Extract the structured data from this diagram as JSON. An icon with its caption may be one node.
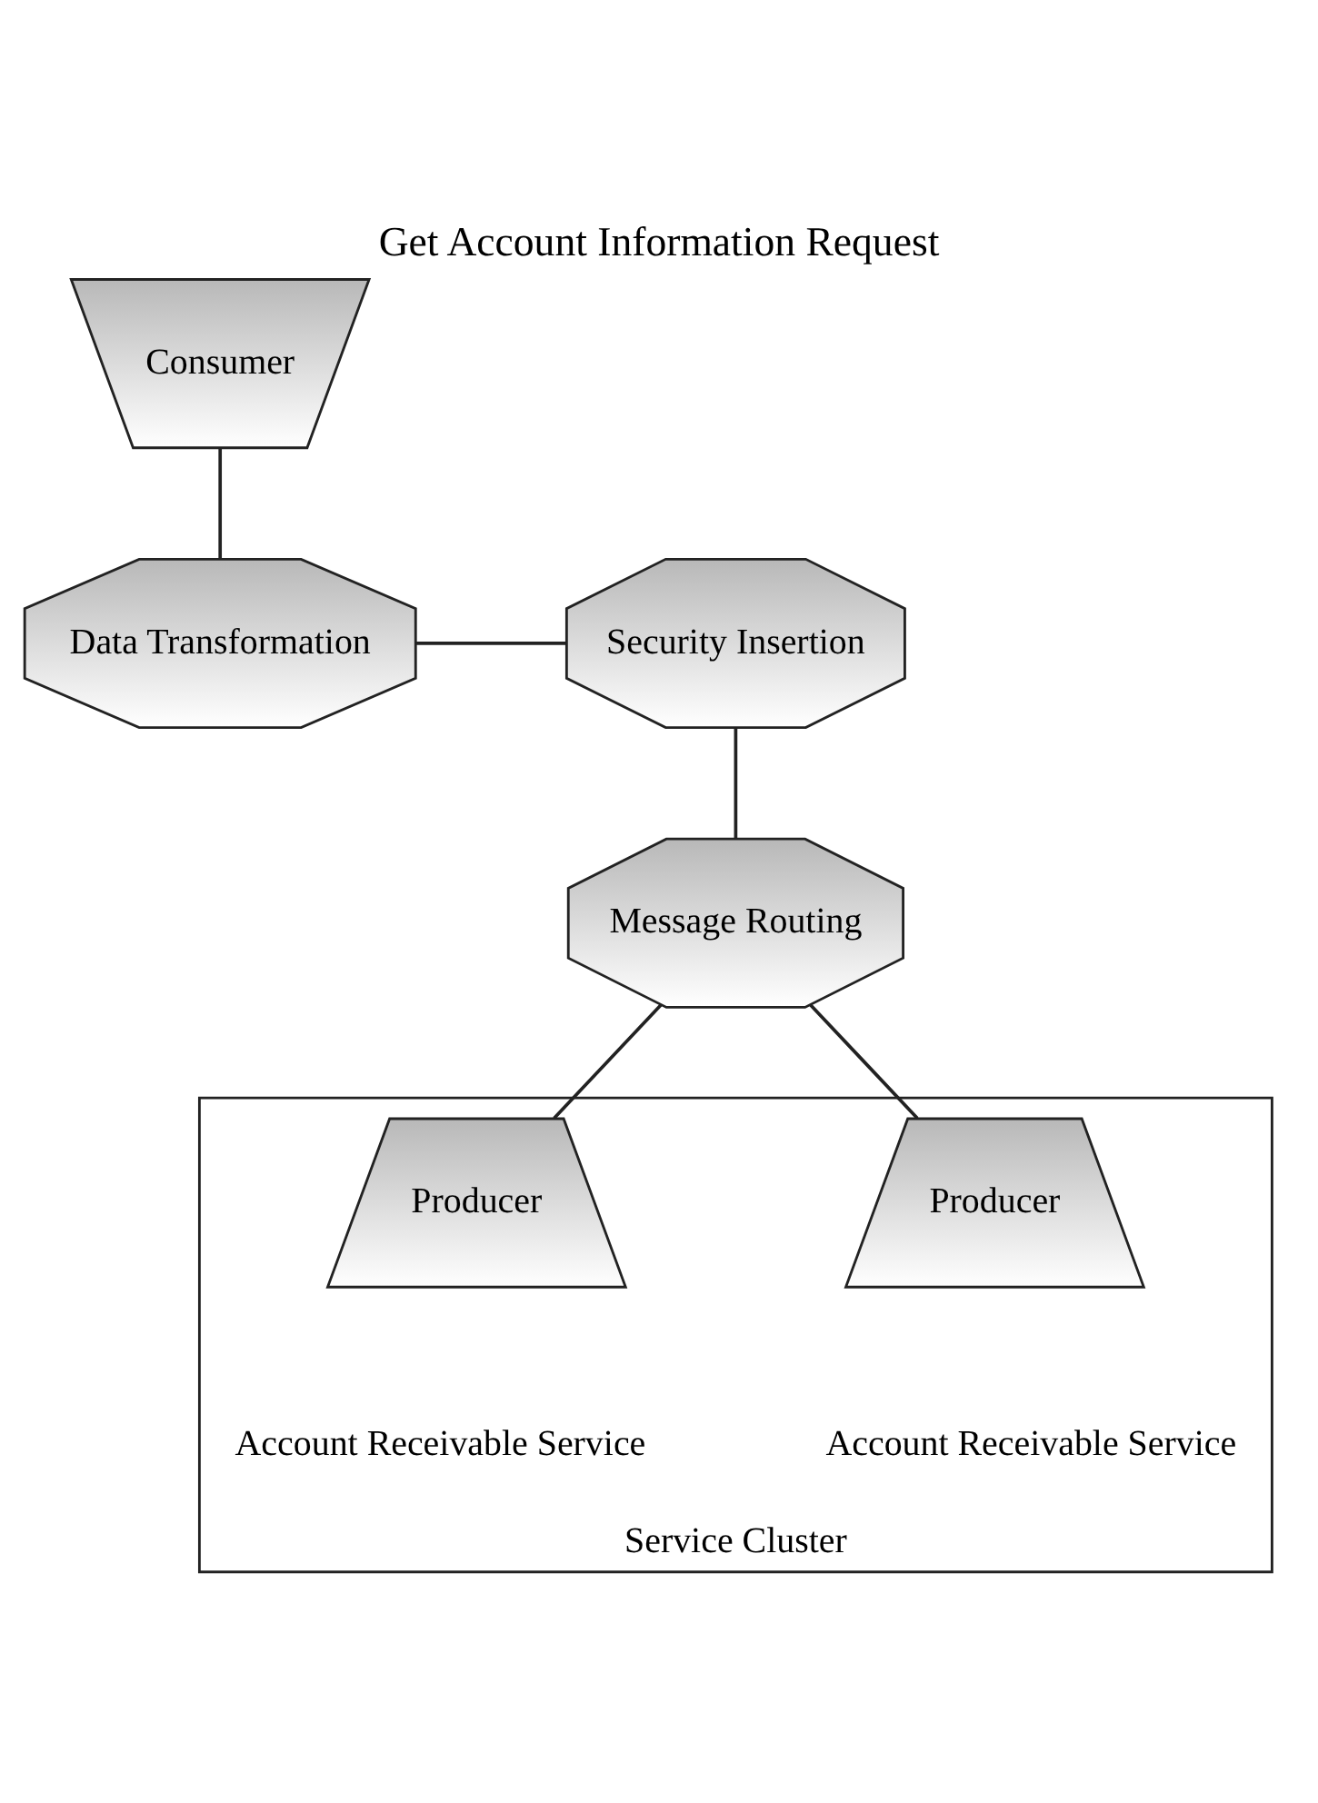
{
  "diagram": {
    "title": "Get Account Information Request",
    "nodes": [
      {
        "text": [
          "Consumer"
        ]
      },
      {
        "text": [
          "Data Transformation"
        ]
      },
      {
        "text": [
          "Security Insertion"
        ]
      },
      {
        "text": [
          "Message Routing"
        ]
      },
      {
        "text": [
          "Service Cluster"
        ]
      },
      {
        "text": [
          "Producer"
        ],
        "beside": [
          "Account Receivable Service"
        ],
        "in": 4
      },
      {
        "text": [
          "Producer"
        ],
        "beside": [
          "Account Receivable Service"
        ],
        "in": 4
      }
    ],
    "edges": [
      {
        "from": 0,
        "to": 1,
        "arrow": "none"
      },
      {
        "from": 1,
        "to": 2,
        "arrow": "none"
      },
      {
        "from": 2,
        "to": 3,
        "arrow": "none"
      },
      {
        "from": 3,
        "to": 5,
        "arrow": "none"
      },
      {
        "from": 3,
        "to": 6,
        "arrow": "none"
      }
    ]
  }
}
